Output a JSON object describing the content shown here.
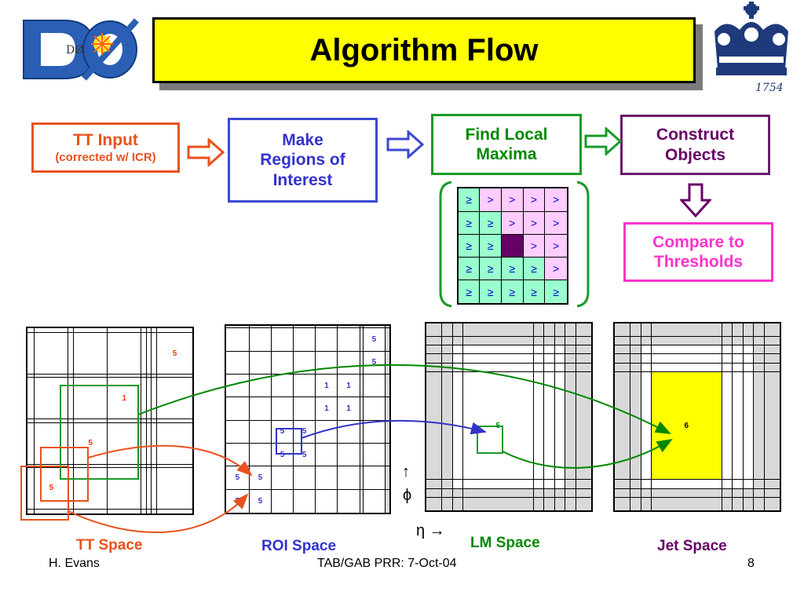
{
  "title": "Algorithm Flow",
  "logo_left": "DØ",
  "logo_right_year": "1754",
  "flow": {
    "tt_input": {
      "line1": "TT Input",
      "line2": "(corrected w/ ICR)"
    },
    "regions": {
      "line1": "Make",
      "line2": "Regions of",
      "line3": "Interest"
    },
    "local_max": {
      "line1": "Find Local",
      "line2": "Maxima"
    },
    "construct": {
      "line1": "Construct",
      "line2": "Objects"
    },
    "compare": {
      "line1": "Compare to",
      "line2": "Thresholds"
    }
  },
  "matrix": {
    "rows": [
      [
        "≥",
        ">",
        ">",
        ">",
        ">"
      ],
      [
        "≥",
        "≥",
        ">",
        ">",
        ">"
      ],
      [
        "≥",
        "≥",
        "",
        ">",
        ">"
      ],
      [
        "≥",
        "≥",
        "≥",
        "≥",
        ">"
      ],
      [
        "≥",
        "≥",
        "≥",
        "≥",
        "≥"
      ]
    ],
    "colors": {
      "ge": "#99ffcc",
      "gt": "#ffccff",
      "center": "#660066"
    }
  },
  "tt_values": {
    "a": "5",
    "b": "1",
    "c": "5",
    "d": "5"
  },
  "roi_values": {
    "a": "5",
    "b": "5",
    "c": "1",
    "d": "1",
    "e": "1",
    "f": "1",
    "g": "5",
    "h": "5",
    "i": "5",
    "j": "5",
    "k": "5",
    "l": "5",
    "m": "5",
    "n": "5"
  },
  "lm_value": "5",
  "jet_value": "6",
  "axes": {
    "phi_arrow": "↑",
    "phi": "ϕ",
    "eta": "η →"
  },
  "spaces": {
    "tt": "TT Space",
    "roi": "ROI Space",
    "lm": "LM Space",
    "jet": "Jet Space"
  },
  "colors": {
    "tt": "#ff3300",
    "roi": "#3333cc",
    "lm": "#008800",
    "jet": "#660066",
    "compare": "#ff33cc",
    "jet_cell": "#ffff00",
    "shade": "#d9d9d9"
  },
  "footer": {
    "author": "H. Evans",
    "center": "TAB/GAB PRR: 7-Oct-04",
    "page": "8"
  }
}
